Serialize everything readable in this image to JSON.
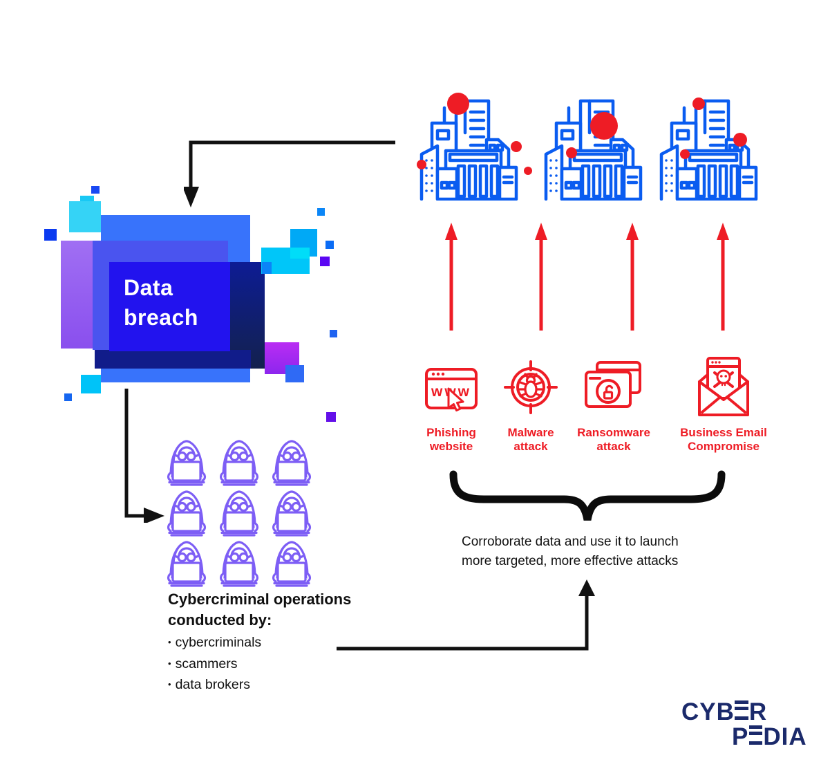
{
  "glitch": {
    "title": "Data\nbreach"
  },
  "attacks": [
    {
      "label": "Phishing\nwebsite",
      "icon": "phishing-website-icon"
    },
    {
      "label": "Malware\nattack",
      "icon": "malware-attack-icon"
    },
    {
      "label": "Ransomware\nattack",
      "icon": "ransomware-attack-icon"
    },
    {
      "label": "Business Email\nCompromise",
      "icon": "business-email-compromise-icon"
    }
  ],
  "corroborate": {
    "text": "Corroborate data and use it to launch\nmore targeted, more effective attacks"
  },
  "cybercriminal": {
    "heading": "Cybercriminal operations\nconducted by:",
    "bullet_char": "•",
    "bullets": [
      "cybercriminals",
      "scammers",
      "data brokers"
    ]
  },
  "logo": {
    "line1_pre": "CYB",
    "line1_post": "R",
    "line2_pre": "P",
    "line2_post": "DIA"
  },
  "icons": {
    "building": "city-buildings-icon",
    "hacker": "hooded-hacker-laptop-icon",
    "brace": "curly-brace",
    "breach_dot": "red-breach-dot"
  },
  "colors": {
    "attack_red": "#ee1c25",
    "building_blue": "#0a5cf0",
    "hacker_purple": "#7d5ef5",
    "logo_navy": "#1b2a6b",
    "breach_box_blue": "#2213ee",
    "glitch_blue": "#3873fb",
    "black": "#101010"
  }
}
